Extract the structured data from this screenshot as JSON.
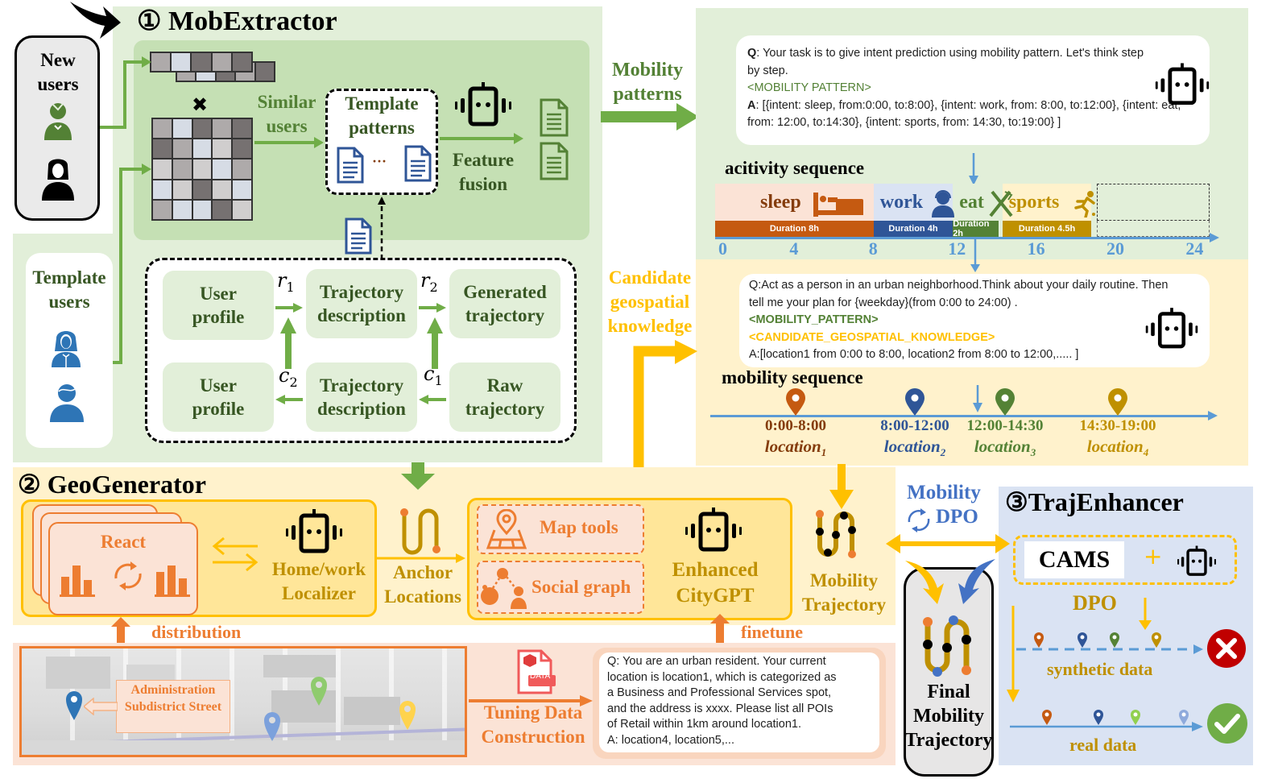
{
  "mob_extractor": {
    "number": "①",
    "title": "MobExtractor",
    "new_users_label": "New users",
    "similar_users_label": "Similar users",
    "template_patterns_label": "Template patterns",
    "ellipsis": "···",
    "feature_fusion_label": "Feature fusion",
    "template_users_label": "Template users",
    "multiply_symbol": "✖",
    "loop": {
      "top": [
        {
          "label": "User profile"
        },
        {
          "label": "Trajectory description"
        },
        {
          "label": "Generated trajectory"
        }
      ],
      "bottom": [
        {
          "label": "User profile"
        },
        {
          "label": "Trajectory description"
        },
        {
          "label": "Raw trajectory"
        }
      ],
      "r1": "r",
      "r1_sub": "1",
      "r2": "r",
      "r2_sub": "2",
      "c1": "c",
      "c1_sub": "1",
      "c2": "c",
      "c2_sub": "2"
    }
  },
  "mobility_patterns_label": "Mobility patterns",
  "candidate_geo_label": "Candidate geospatial knowledge",
  "intent_prompt": {
    "q_prefix": "Q",
    "q_text": ": Your task is to give intent prediction using mobility pattern. Let's think step by step.",
    "tag": "<MOBILITY PATTERN>",
    "a_prefix": "A",
    "a_text": ": [{intent: sleep, from:0:00, to:8:00}, {intent: work, from: 8:00, to:12:00}, {intent: eat, from: 12:00, to:14:30}, {intent: sports, from: 14:30, to:19:00} ]"
  },
  "activity_sequence": {
    "title": "acitivity sequence",
    "segments": [
      {
        "name": "sleep",
        "duration": "Duration 8h",
        "start": 0,
        "end": 8,
        "color": "#c55a11",
        "bg": "#fbe3d6",
        "text_color": "#843c0c"
      },
      {
        "name": "work",
        "duration": "Duration 4h",
        "start": 8,
        "end": 12,
        "color": "#2f5597",
        "bg": "#dae3f3",
        "text_color": "#2f5597"
      },
      {
        "name": "eat",
        "duration": "Duration 2h",
        "start": 12,
        "end": 14,
        "color": "#548235",
        "bg": "#e2efd9",
        "text_color": "#548235"
      },
      {
        "name": "sports",
        "duration": "Duration 4.5h",
        "start": 14.5,
        "end": 19,
        "color": "#bf9000",
        "bg": "#fff2cc",
        "text_color": "#bf9000"
      }
    ],
    "ticks": [
      "0",
      "4",
      "8",
      "12",
      "16",
      "20",
      "24"
    ]
  },
  "plan_prompt": {
    "q_text": "Q:Act as a person in an urban neighborhood.Think about your daily routine. Then tell me your plan for {weekday}(from 0:00 to 24:00) .",
    "tag1": "<MOBILITY_PATTERN>",
    "tag2": "<CANDIDATE_GEOSPATIAL_KNOWLEDGE>",
    "a_text": "A:[location1 from 0:00 to 8:00, location2 from 8:00 to 12:00,..... ]"
  },
  "mobility_sequence": {
    "title": "mobility sequence",
    "locations": [
      {
        "time": "0:00-8:00",
        "name": "location",
        "sub": "1",
        "color": "#843c0c",
        "pin": "#c55a11"
      },
      {
        "time": "8:00-12:00",
        "name": "location",
        "sub": "2",
        "color": "#2f5597",
        "pin": "#2f5597"
      },
      {
        "time": "12:00-14:30",
        "name": "location",
        "sub": "3",
        "color": "#548235",
        "pin": "#548235"
      },
      {
        "time": "14:30-19:00",
        "name": "location",
        "sub": "4",
        "color": "#bf9000",
        "pin": "#bf9000"
      }
    ]
  },
  "geo_generator": {
    "number": "②",
    "title": "GeoGenerator",
    "react_label": "React",
    "localizer_label": "Home/work Localizer",
    "anchor_label": "Anchor Locations",
    "map_tools_label": "Map tools",
    "social_graph_label": "Social graph",
    "citygpt_label": "Enhanced CityGPT",
    "mobility_trajectory_label": "Mobility Trajectory",
    "distribution_label": "distribution",
    "finetune_label": "finetune",
    "admin_label": "Administration Subdistrict Street",
    "tuning_label": "Tuning Data Construction",
    "data_icon_label": "DATA"
  },
  "tuning_prompt": {
    "lines": [
      "Q: You are an urban resident. Your current",
      "location is location1, which is categorized as",
      "a Business and Professional Services spot,",
      "and the address is xxxx. Please list all POIs",
      "of Retail within 1km around location1.",
      "A:  location4, location5,..."
    ]
  },
  "traj_enhancer": {
    "number": "③",
    "title": "TrajEnhancer",
    "mobility_dpo_line1": "Mobility",
    "mobility_dpo_line2": "DPO",
    "cams_label": "CAMS",
    "plus": "+",
    "dpo_label": "DPO",
    "synthetic_label": "synthetic data",
    "real_label": "real data",
    "final_label": "Final Mobility Trajectory"
  },
  "colors": {
    "green_arrow": "#70ad47",
    "yellow_arrow": "#ffc000",
    "orange_arrow": "#ed7d31",
    "blue_line": "#5b9bd5",
    "reject": "#c00000",
    "accept": "#70ad47"
  }
}
